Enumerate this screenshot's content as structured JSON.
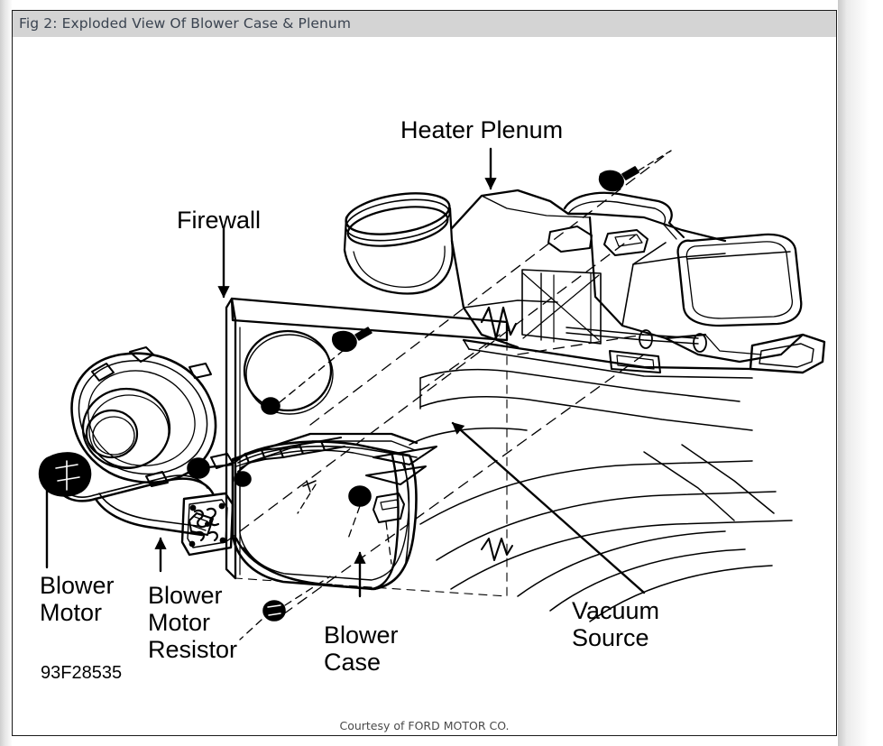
{
  "figure": {
    "title": "Fig 2: Exploded View Of Blower Case & Plenum",
    "credit": "Courtesy of FORD MOTOR CO.",
    "part_number": "93F28535",
    "subject": "exploded-view-blower-case-and-heater-plenum",
    "drawing_style": "black-and-white line art"
  },
  "colors": {
    "header_background": "#d4d4d4",
    "title_text": "#3a4350",
    "frame_border": "#1a1a1a",
    "page_background": "#ffffff",
    "ink": "#000000",
    "credit_text": "#4a4a4a"
  },
  "callouts": [
    {
      "id": "heater-plenum",
      "label": "Heater Plenum",
      "lines": [
        "Heater Plenum"
      ],
      "anchor": "top-center",
      "leader": "vertical-arrow-down"
    },
    {
      "id": "firewall",
      "label": "Firewall",
      "lines": [
        "Firewall"
      ],
      "anchor": "upper-left",
      "leader": "vertical-arrow-down"
    },
    {
      "id": "blower-motor",
      "label": "Blower Motor",
      "lines": [
        "Blower",
        "Motor"
      ],
      "anchor": "bottom-left",
      "leader": "vertical-arrow-up"
    },
    {
      "id": "blower-motor-resistor",
      "label": "Blower Motor Resistor",
      "lines": [
        "Blower",
        "Motor",
        "Resistor"
      ],
      "anchor": "bottom-left-center",
      "leader": "vertical-arrow-up"
    },
    {
      "id": "blower-case",
      "label": "Blower Case",
      "lines": [
        "Blower",
        "Case"
      ],
      "anchor": "bottom-center",
      "leader": "vertical-arrow-up"
    },
    {
      "id": "vacuum-source",
      "label": "Vacuum Source",
      "lines": [
        "Vacuum",
        "Source"
      ],
      "anchor": "bottom-right",
      "leader": "diagonal-arrow-up-left"
    }
  ]
}
